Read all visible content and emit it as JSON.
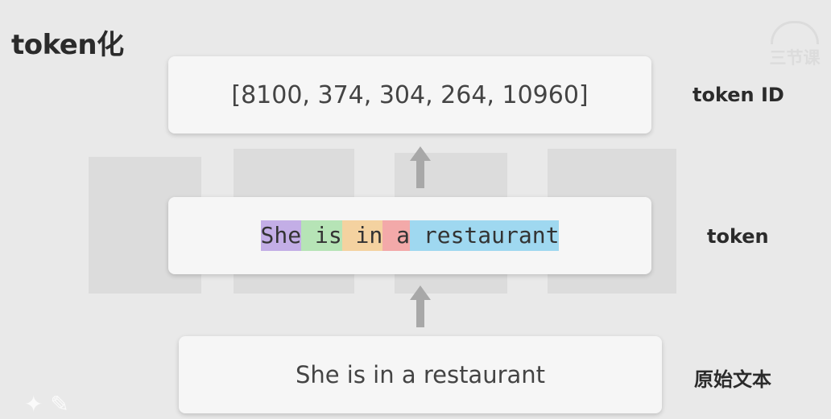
{
  "title": "token化",
  "logo": {
    "text": "三节课"
  },
  "layers": [
    {
      "id": "ids",
      "label": "token ID",
      "content": "[8100, 374, 304, 264, 10960]"
    },
    {
      "id": "tokens",
      "label": "token"
    },
    {
      "id": "text",
      "label": "原始文本",
      "content": "She is in a restaurant"
    }
  ],
  "tokens": [
    {
      "text": "She",
      "color": "#c3aee6"
    },
    {
      "text": " is",
      "color": "#b6e4b6"
    },
    {
      "text": " in",
      "color": "#f4d2a0"
    },
    {
      "text": " a",
      "color": "#f3a9a9"
    },
    {
      "text": " restaurant",
      "color": "#9fd8f0"
    }
  ],
  "colors": {
    "arrow": "#a8a8a8",
    "background": "#e9e9e9",
    "box": "#f6f6f6"
  }
}
